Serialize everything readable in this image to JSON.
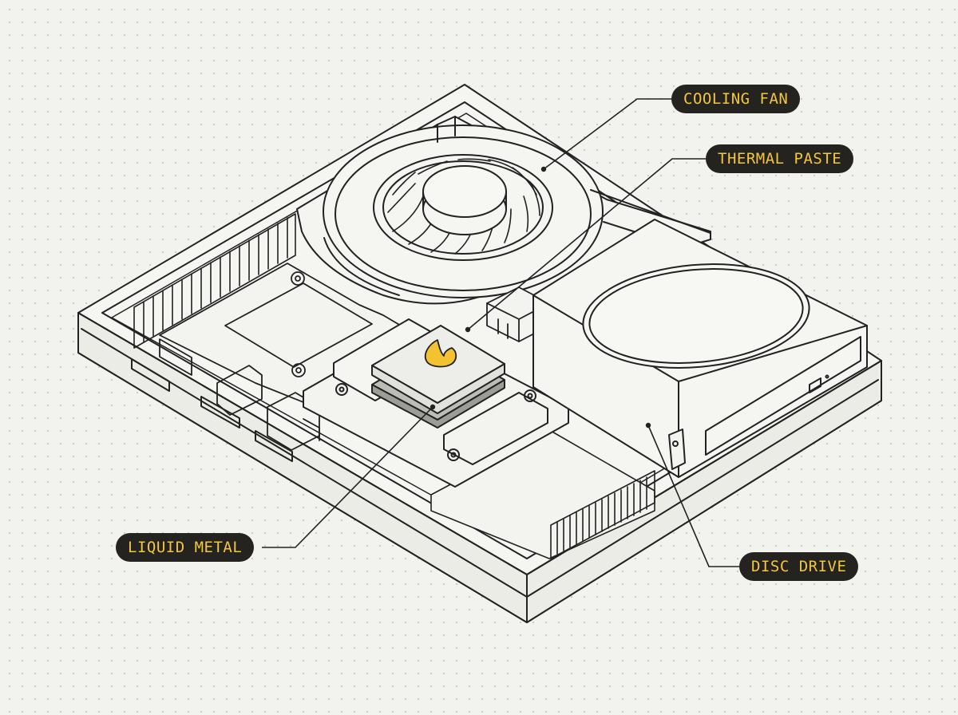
{
  "labels": {
    "cooling_fan": "COOLING FAN",
    "thermal_paste": "THERMAL PASTE",
    "liquid_metal": "LIQUID METAL",
    "disc_drive": "DISC DRIVE"
  },
  "colors": {
    "background": "#f2f2ee",
    "line": "#222222",
    "label_background": "#24231f",
    "label_text": "#f3c63c",
    "accent": "#f2c230"
  },
  "icons": {
    "thermal_paste_blob": "paste-drop-icon"
  }
}
